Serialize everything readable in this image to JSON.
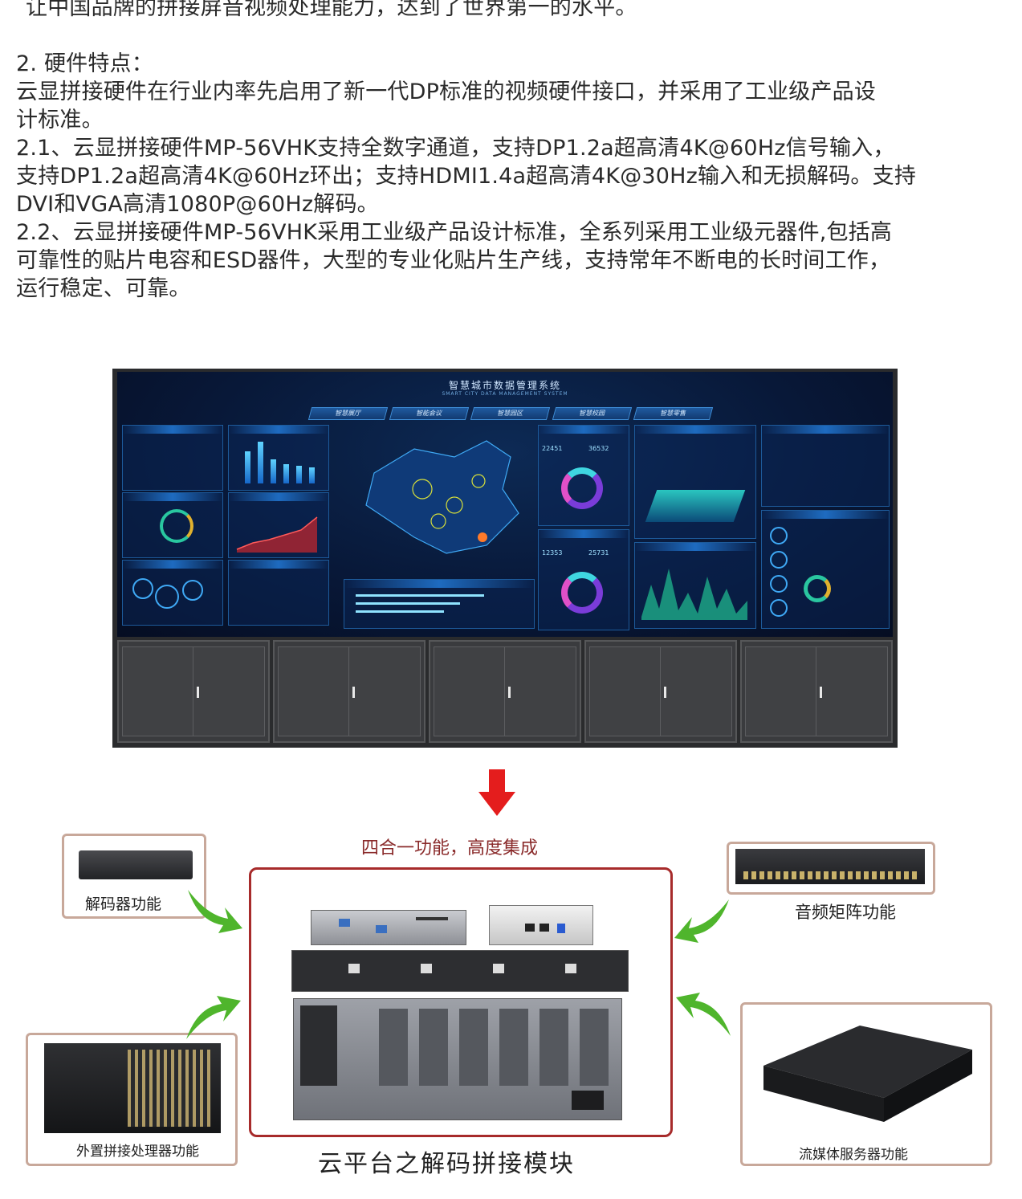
{
  "document": {
    "intro_line": "让中国品牌的拼接屏音视频处理能力，达到了世界第一的水平。",
    "section_heading": "2.   硬件特点：",
    "paragraphs": [
      [
        "云显拼接硬件在行业内率先启用了新一代DP标准的视频硬件接口，并采用了工业级产品设",
        "计标准。"
      ],
      [
        "2.1、云显拼接硬件MP-56VHK支持全数字通道，支持DP1.2a超高清4K@60Hz信号输入，",
        "支持DP1.2a超高清4K@60Hz环出；支持HDMI1.4a超高清4K@30Hz输入和无损解码。支持",
        "DVI和VGA高清1080P@60Hz解码。"
      ],
      [
        "2.2、云显拼接硬件MP-56VHK采用工业级产品设计标准，全系列采用工业级元器件,包括高",
        "可靠性的贴片电容和ESD器件，大型的专业化贴片生产线，支持常年不断电的长时间工作，",
        "运行稳定、可靠。"
      ]
    ]
  },
  "video_wall": {
    "screen_title": "智慧城市数据管理系统",
    "screen_subtitle": "SMART CITY DATA MANAGEMENT SYSTEM",
    "tabs": [
      "智慧展厅",
      "智能会议",
      "智慧园区",
      "智慧校园",
      "智慧零售"
    ],
    "stats": [
      "22451",
      "36532",
      "12353",
      "25731"
    ],
    "cabinet_count": 5
  },
  "diagram": {
    "top_caption": "四合一功能，高度集成",
    "bottom_caption": "云平台之解码拼接模块",
    "decoder_label": "解码器功能",
    "audio_matrix_label": "音频矩阵功能",
    "external_processor_label": "外置拼接处理器功能",
    "streaming_server_label": "流媒体服务器功能"
  },
  "colors": {
    "text": "#2a2a2a",
    "accent_red": "#a72b2b",
    "arrow_red": "#e41d1d",
    "arrow_green": "#4fb52c",
    "box_border": "#c8a89a"
  }
}
